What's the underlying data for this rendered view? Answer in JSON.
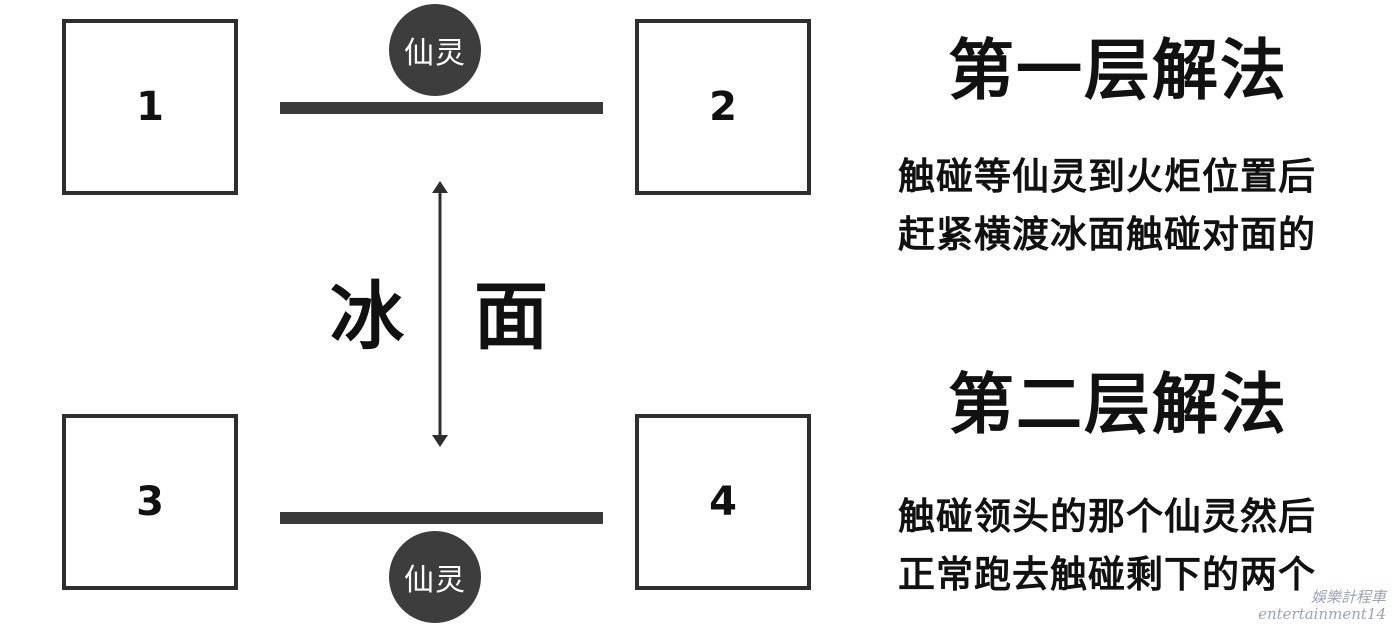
{
  "boxes": [
    "1",
    "2",
    "3",
    "4"
  ],
  "spirit_label": "仙灵",
  "ice": [
    "冰",
    "面"
  ],
  "sections": [
    {
      "title": "第一层解法",
      "lines": [
        "触碰等仙灵到火炬位置后",
        "赶紧横渡冰面触碰对面的"
      ]
    },
    {
      "title": "第二层解法",
      "lines": [
        "触碰领头的那个仙灵然后",
        "正常跑去触碰剩下的两个"
      ]
    }
  ],
  "watermark": [
    "娛樂計程車",
    "entertainment14"
  ]
}
